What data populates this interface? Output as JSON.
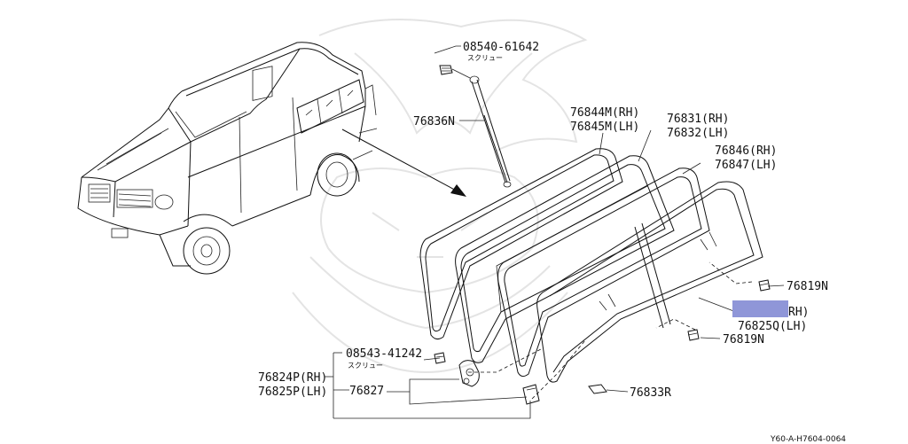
{
  "parts": {
    "screw_top": {
      "number": "08540-61642",
      "note": "スクリュー"
    },
    "screw_bottom": {
      "number": "08543-41242",
      "note": "スクリュー"
    },
    "stay": {
      "number": "76836N"
    },
    "weatherstrip": {
      "rh": "76844M(RH)",
      "lh": "76845M(LH)"
    },
    "frame_outer": {
      "rh": "76831(RH)",
      "lh": "76832(LH)"
    },
    "frame_inner": {
      "rh": "76846(RH)",
      "lh": "76847(LH)"
    },
    "clip_upper": {
      "number": "76819N"
    },
    "clip_lower": {
      "number": "76819N"
    },
    "glass": {
      "rh_suffix": "RH)",
      "lh": "76825Q(LH)"
    },
    "assembly": {
      "rh": "76824P(RH)",
      "lh": "76825P(LH)"
    },
    "hinge": {
      "number": "76827"
    },
    "seal": {
      "number": "76833R"
    }
  },
  "diagram_code": "Y60-A-H7604-0064",
  "redaction_color": "#8f96d8"
}
